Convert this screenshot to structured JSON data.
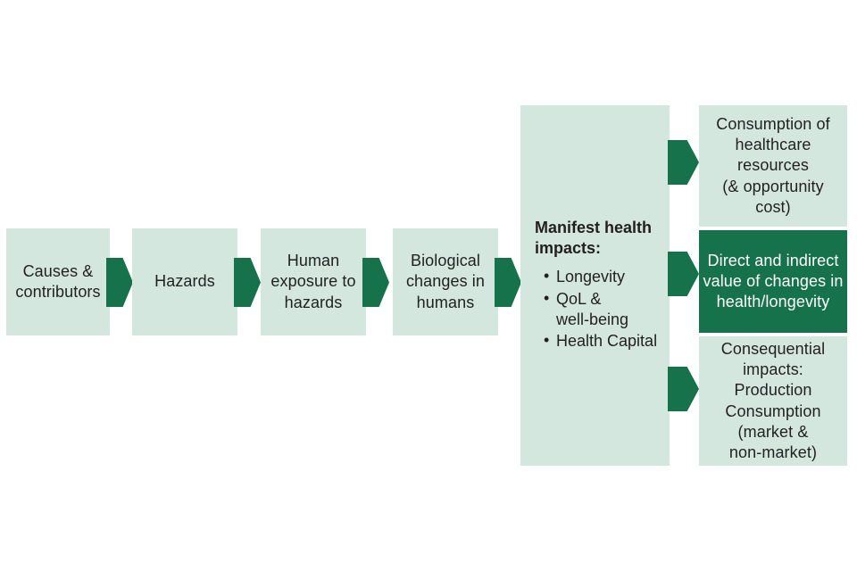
{
  "diagram": {
    "title": "Health impact pathway flow diagram",
    "colors": {
      "light_green": "#D3E7DF",
      "dark_green": "#16724A",
      "text_dark": "#231F20",
      "text_light": "#FFFFFF",
      "background": "#FFFFFF"
    },
    "chain": [
      {
        "id": "causes",
        "lines": [
          "Causes &",
          "contributors"
        ]
      },
      {
        "id": "hazards",
        "lines": [
          "Hazards"
        ]
      },
      {
        "id": "exposure",
        "lines": [
          "Human",
          "exposure to",
          "hazards"
        ]
      },
      {
        "id": "biological",
        "lines": [
          "Biological",
          "changes in",
          "humans"
        ]
      }
    ],
    "manifest": {
      "title_lines": [
        "Manifest health",
        "impacts:"
      ],
      "bullets": [
        {
          "text": "Longevity",
          "sub": ""
        },
        {
          "text": "QoL &",
          "sub": "well-being"
        },
        {
          "text": "Health Capital",
          "sub": ""
        }
      ]
    },
    "outcomes": [
      {
        "id": "healthcare-consumption",
        "style": "light",
        "lines": [
          "Consumption of",
          "healthcare",
          "resources",
          "(& opportunity",
          "cost)"
        ]
      },
      {
        "id": "direct-indirect-value",
        "style": "dark",
        "lines": [
          "Direct and indirect",
          "value of changes in",
          "health/longevity"
        ]
      },
      {
        "id": "consequential-impacts",
        "style": "light",
        "lines": [
          "Consequential",
          "impacts:",
          "Production",
          "Consumption",
          "(market &",
          "non-market)"
        ]
      }
    ],
    "arrows": [
      {
        "id": "arrow-causes-to-hazards"
      },
      {
        "id": "arrow-hazards-to-exposure"
      },
      {
        "id": "arrow-exposure-to-biological"
      },
      {
        "id": "arrow-biological-to-manifest"
      },
      {
        "id": "arrow-manifest-to-healthcare"
      },
      {
        "id": "arrow-manifest-to-value"
      },
      {
        "id": "arrow-manifest-to-consequential"
      }
    ]
  }
}
